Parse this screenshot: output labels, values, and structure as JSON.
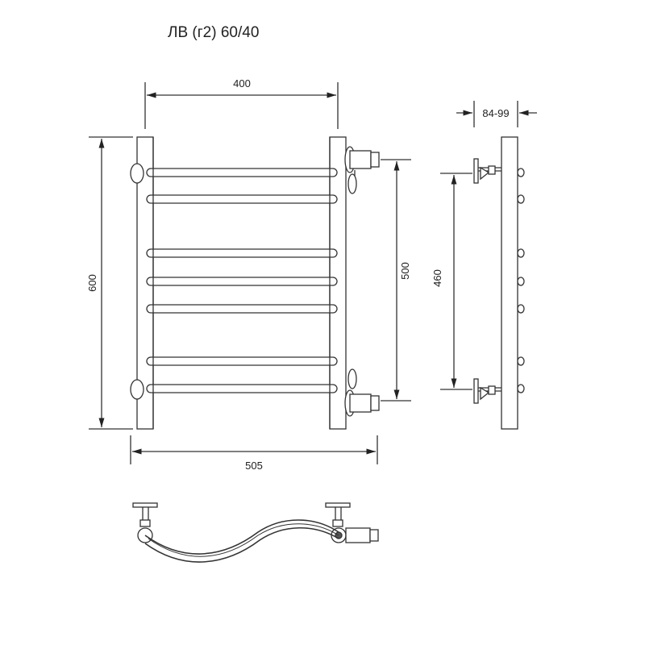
{
  "title": "ЛВ (г2) 60/40",
  "dimensions": {
    "width_top": "400",
    "height_left": "600",
    "center_distance_right": "500",
    "mount_spacing": "460",
    "wall_offset": "84-99",
    "overall_width": "505"
  }
}
